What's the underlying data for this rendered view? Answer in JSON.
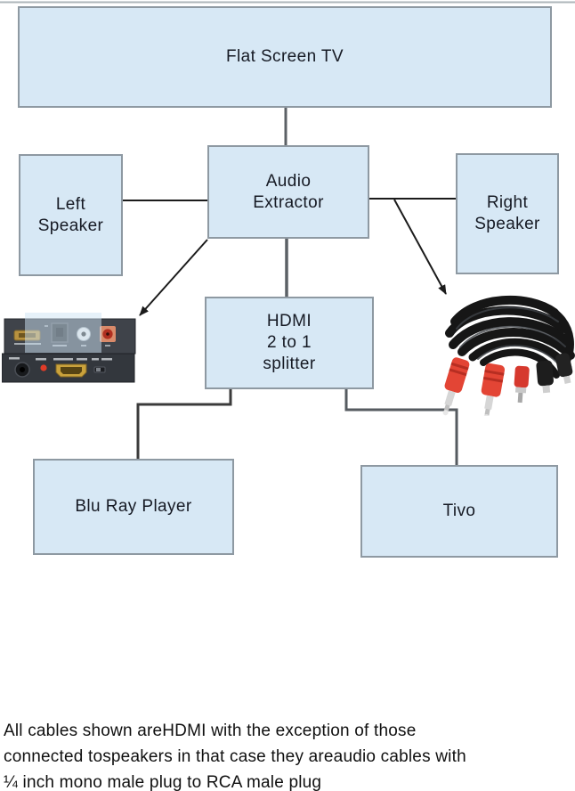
{
  "diagram": {
    "boxes": {
      "tv": {
        "lines": [
          "Flat Screen TV"
        ]
      },
      "extractor": {
        "lines": [
          "Audio",
          "Extractor"
        ]
      },
      "left_speaker": {
        "lines": [
          "Left",
          "Speaker"
        ]
      },
      "right_speaker": {
        "lines": [
          "Right",
          "Speaker"
        ]
      },
      "splitter": {
        "lines": [
          "HDMI",
          "2 to 1",
          "splitter"
        ]
      },
      "bluray": {
        "lines": [
          "Blu Ray Player"
        ]
      },
      "tivo": {
        "lines": [
          "Tivo"
        ]
      }
    },
    "colors": {
      "box_fill": "#d7e8f5",
      "box_border": "#8e99a2",
      "connector_black": "#1b1b1b",
      "connector_gray": "#5c6166",
      "page_top_rule": "#adb6ba",
      "photo_red_plug": "#e34535",
      "photo_gold_port": "#c29a3c"
    }
  },
  "note": {
    "lines": [
      "All cables shown areHDMI with the exception of those",
      "connected tospeakers in that case they areaudio cables with",
      "¼ inch mono male plug to RCA male plug"
    ]
  }
}
